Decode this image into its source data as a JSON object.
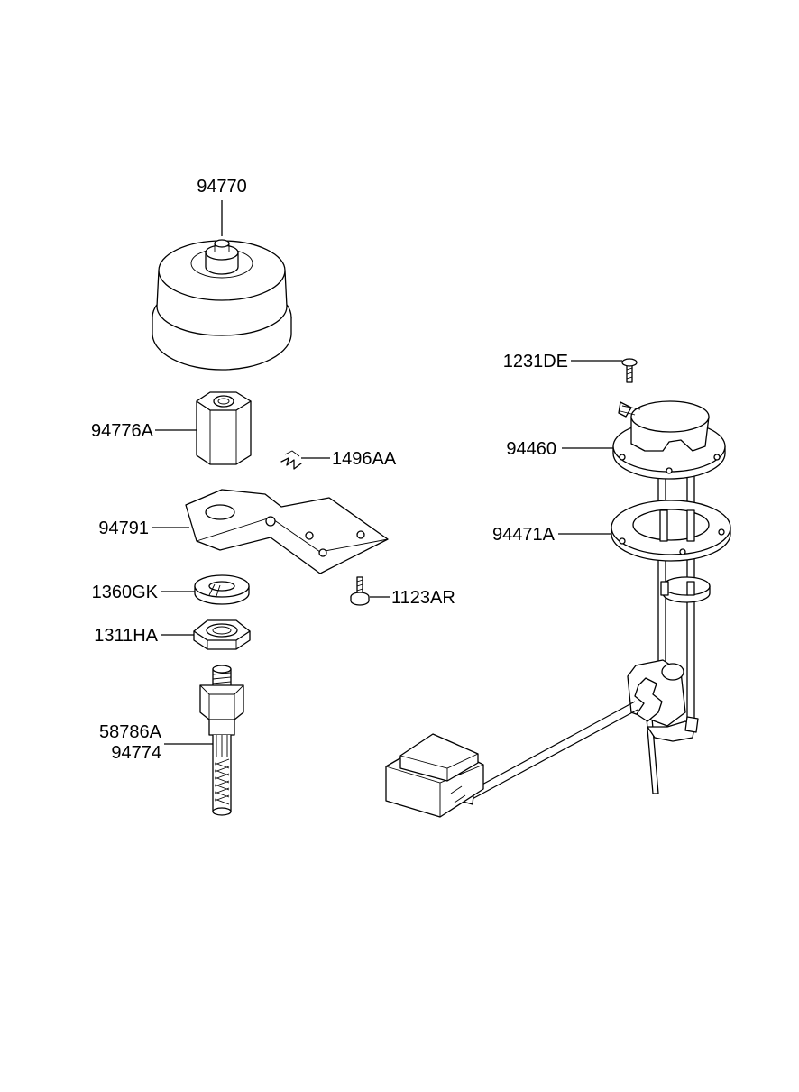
{
  "labels": {
    "p94770": "94770",
    "p94776A": "94776A",
    "p1496AA": "1496AA",
    "p94791": "94791",
    "p1123AR": "1123AR",
    "p1360GK": "1360GK",
    "p1311HA": "1311HA",
    "p58786A": "58786A",
    "p94774": "94774",
    "p1231DE": "1231DE",
    "p94460": "94460",
    "p94471A": "94471A"
  }
}
